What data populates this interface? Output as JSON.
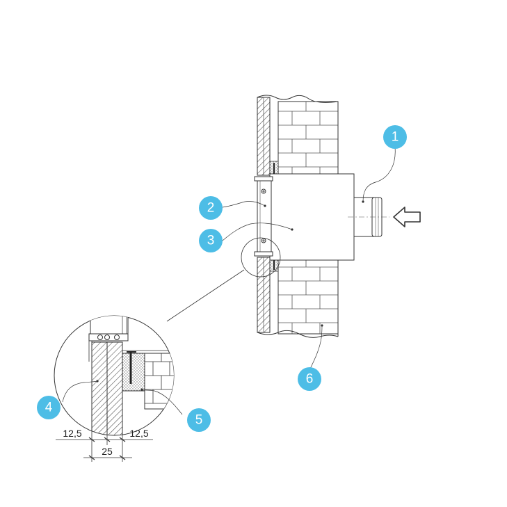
{
  "colors": {
    "callout": "#4dbde6",
    "line": "#333333",
    "hatch": "#555555",
    "insulation": "#9a9a9a"
  },
  "callouts": [
    {
      "id": "1",
      "label": "1"
    },
    {
      "id": "2",
      "label": "2"
    },
    {
      "id": "3",
      "label": "3"
    },
    {
      "id": "4",
      "label": "4"
    },
    {
      "id": "5",
      "label": "5"
    },
    {
      "id": "6",
      "label": "6"
    }
  ],
  "dimensions": {
    "left_half": "12,5",
    "right_half": "12,5",
    "total": "25"
  },
  "icons": {
    "airflow": "arrow-left-icon",
    "screw": "screw-icon"
  }
}
